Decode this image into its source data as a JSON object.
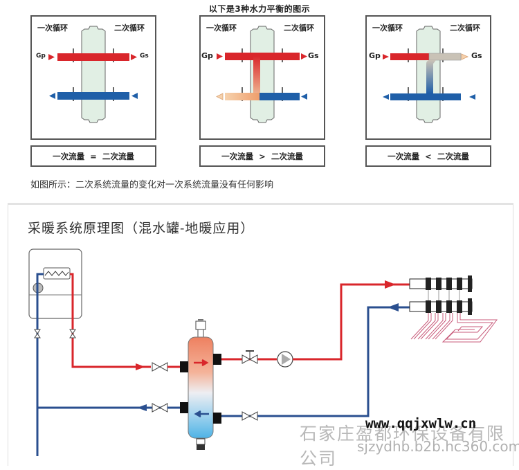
{
  "top_section": {
    "title": "以下是3种水力平衡的图示",
    "diagrams": [
      {
        "primary_label": "一次循环",
        "secondary_label": "二次循环",
        "gp_label": "Gp",
        "gs_label": "Gs",
        "flow_relation": "一次流量  =  二次流量",
        "case": "equal"
      },
      {
        "primary_label": "一次循环",
        "secondary_label": "二次循环",
        "gp_label": "Gp",
        "gs_label": "Gs",
        "flow_relation": "一次流量  >  二次流量",
        "case": "primary-greater"
      },
      {
        "primary_label": "一次循环",
        "secondary_label": "二次循环",
        "gp_label": "Gp",
        "gs_label": "Gs",
        "flow_relation": "一次流量  <  二次流量",
        "case": "secondary-greater"
      }
    ],
    "note": "如图所示：二次系统流量的变化对一次系统流量没有任何影响"
  },
  "bottom_section": {
    "title": "采暖系统原理图（混水罐-地暖应用）",
    "components": [
      "boiler",
      "heat-exchanger",
      "boiler-pump",
      "isolation-valves",
      "hydraulic-separator",
      "air-vent",
      "drain-valve",
      "balancing-valve",
      "circulation-pump",
      "floor-heating-manifold",
      "floor-heating-loops"
    ]
  },
  "colors": {
    "hot": "#d9262b",
    "cold": "#1f5fa8",
    "tank_fill": "#e1efe4",
    "warm_mix": "#f1c39a",
    "grey_mix": "#c9c2b6",
    "frame": "#555555"
  },
  "watermark": {
    "company": "石家庄盈都环保设备有限公司",
    "url": "www.qqjxwlw.cn",
    "site": "sjzydhb.b2b.hc360.com"
  }
}
